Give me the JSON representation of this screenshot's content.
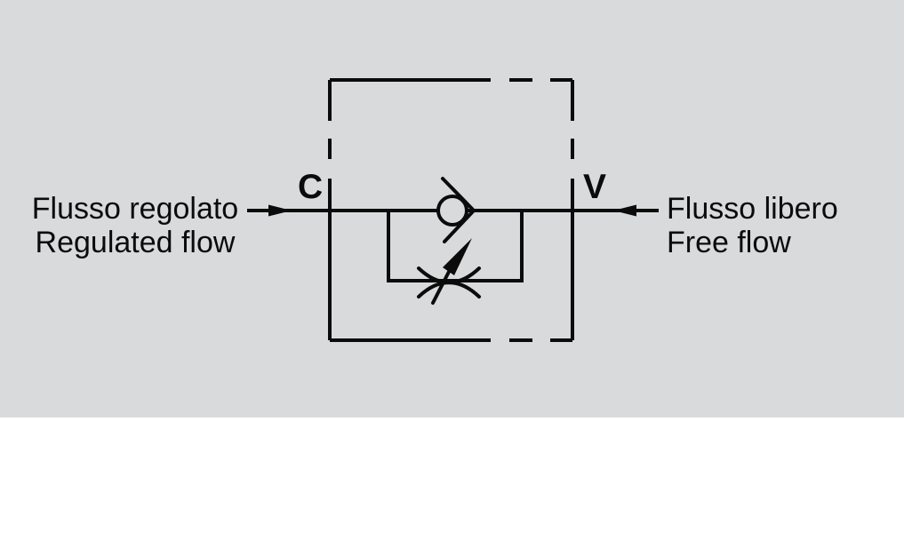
{
  "diagram": {
    "title_semantic": "one-way flow control valve schematic",
    "ports": {
      "left": "C",
      "right": "V"
    },
    "labels": {
      "left_line1": "Flusso regolato",
      "left_line2": "Regulated flow",
      "right_line1": "Flusso libero",
      "right_line2": "Free flow"
    },
    "colors": {
      "band_background": "#d9dadb",
      "page_background": "#ffffff",
      "line": "#0b0b0b"
    },
    "icons": [
      "check-valve-icon",
      "adjustable-restrictor-icon",
      "flow-arrow-right-icon",
      "flow-arrow-left-icon",
      "dashed-enclosure"
    ]
  }
}
